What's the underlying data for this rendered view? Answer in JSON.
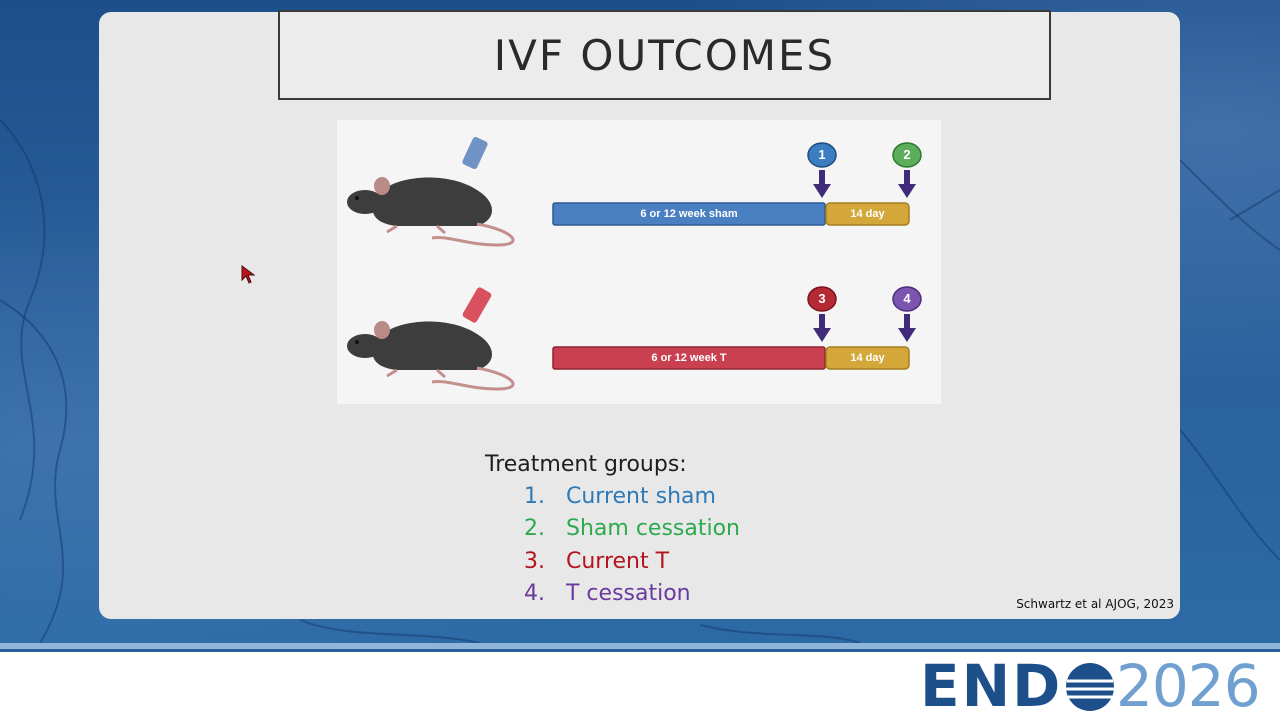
{
  "slide": {
    "title": "IVF OUTCOMES",
    "figure": {
      "rows": [
        {
          "bar_label": "6 or 12 week sham",
          "bar_color": "#4a7fc1",
          "day_label": "14 day",
          "markers": [
            {
              "number": "1",
              "color": "#3b7dc0"
            },
            {
              "number": "2",
              "color": "#5cae5c"
            }
          ]
        },
        {
          "bar_label": "6 or 12 week T",
          "bar_color": "#c94050",
          "day_label": "14 day",
          "markers": [
            {
              "number": "3",
              "color": "#b52a35"
            },
            {
              "number": "4",
              "color": "#7b55b0"
            }
          ]
        }
      ],
      "day_color": "#d4a73a",
      "arrow_color": "#3f2b7a"
    },
    "groups_heading": "Treatment groups:",
    "groups": [
      {
        "number": "1.",
        "label": "Current sham",
        "color": "#2e7ab8"
      },
      {
        "number": "2.",
        "label": "Sham cessation",
        "color": "#2eaa4e"
      },
      {
        "number": "3.",
        "label": "Current T",
        "color": "#b3141d"
      },
      {
        "number": "4.",
        "label": "T cessation",
        "color": "#6a3aa0"
      }
    ],
    "citation": "Schwartz et al AJOG, 2023"
  },
  "footer": {
    "logo_text_end": "END",
    "logo_text_year": "2026",
    "logo_color": "#1d4f8a",
    "year_color": "#6fa0cf"
  }
}
